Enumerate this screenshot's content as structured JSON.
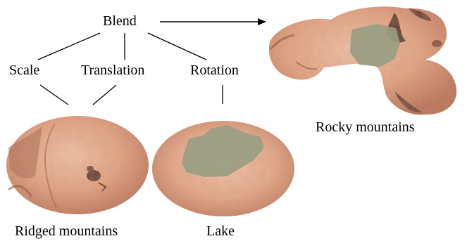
{
  "diagram": {
    "root_label": "Blend",
    "operations": [
      "Scale",
      "Translation",
      "Rotation"
    ],
    "inputs": [
      {
        "label": "Ridged mountains"
      },
      {
        "label": "Lake"
      }
    ],
    "output": {
      "label": "Rocky mountains"
    },
    "colors": {
      "terrain_light": "#e8b59a",
      "terrain_mid": "#d99576",
      "terrain_dark": "#8a4e3a",
      "crevice": "#4a2a22",
      "lake_green": "#8fa184",
      "edge_line": "#000000"
    }
  }
}
